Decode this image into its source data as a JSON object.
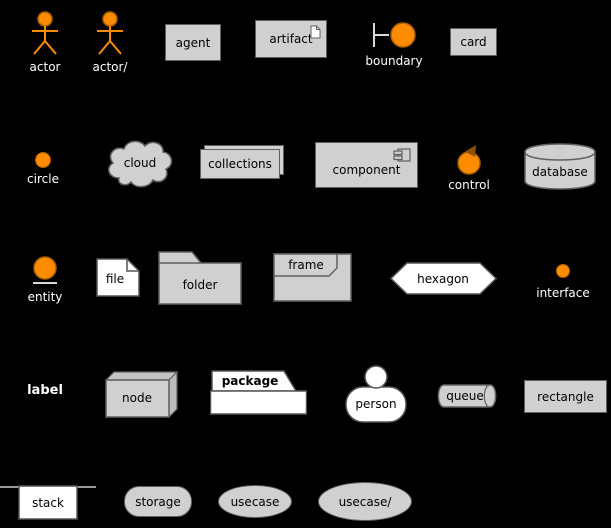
{
  "labels": {
    "actor": "actor",
    "actor_slash": "actor/",
    "agent": "agent",
    "artifact": "artifact",
    "boundary": "boundary",
    "card": "card",
    "circle": "circle",
    "cloud": "cloud",
    "collections": "collections",
    "component": "component",
    "control": "control",
    "database": "database",
    "entity": "entity",
    "file": "file",
    "folder": "folder",
    "frame": "frame",
    "hexagon": "hexagon",
    "interface": "interface",
    "label": "label",
    "node": "node",
    "package": "package",
    "person": "person",
    "queue": "queue",
    "rectangle": "rectangle",
    "stack": "stack",
    "storage": "storage",
    "usecase": "usecase",
    "usecase_slash": "usecase/"
  },
  "colors": {
    "background": "#000000",
    "shape_fill_gray": "#d0d0d0",
    "shape_fill_white": "#ffffff",
    "shape_stroke_gray": "#606060",
    "shape_stroke_dark": "#555555",
    "accent_orange": "#ff8b00",
    "accent_orange_stroke": "#a85f00",
    "icon_line_light": "#d8d8d8",
    "text_on_shape": "#000000",
    "text_on_background": "#ffffff"
  }
}
